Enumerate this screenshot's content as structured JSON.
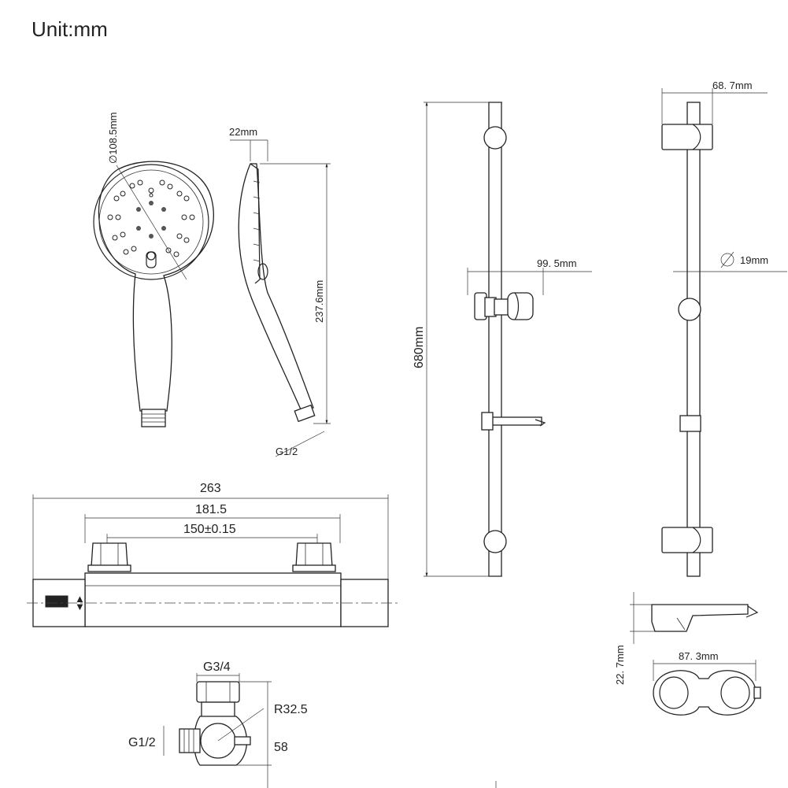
{
  "title": "Unit:mm",
  "hand_shower": {
    "diameter": "∅108.5mm",
    "thickness": "22mm",
    "length": "237.6mm",
    "thread": "G1/2"
  },
  "slide_bar": {
    "height": "680mm",
    "holder_width": "99. 5mm",
    "bracket_width": "68. 7mm",
    "rod_diameter": "19mm"
  },
  "soap_dish": {
    "height": "22. 7mm",
    "width": "87. 3mm"
  },
  "thermostat_valve": {
    "overall_length": "263",
    "inlet_span": "181.5",
    "center_distance": "150±0.15"
  },
  "connector": {
    "top_thread": "G3/4",
    "radius": "R32.5",
    "side_thread": "G1/2",
    "height": "58"
  }
}
